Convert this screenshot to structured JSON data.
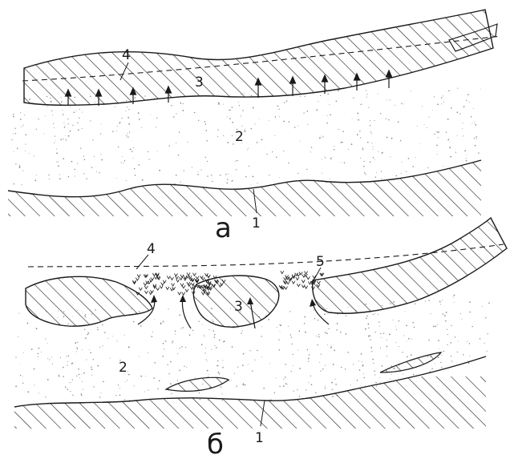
{
  "panel_a": {
    "letter": "а",
    "labels": {
      "bed": "1",
      "sand": "2",
      "ice": "3",
      "level": "4"
    }
  },
  "panel_b": {
    "letter": "б",
    "labels": {
      "bed": "1",
      "sand": "2",
      "ice": "3",
      "level": "4",
      "frazil": "5"
    }
  },
  "colors": {
    "line": "#1a1a1a",
    "stipple": "#8a8a8a",
    "background": "#ffffff"
  },
  "icon_names": [
    "arrow-up-icon",
    "curved-arrow-icon",
    "frazil-v-marks"
  ]
}
